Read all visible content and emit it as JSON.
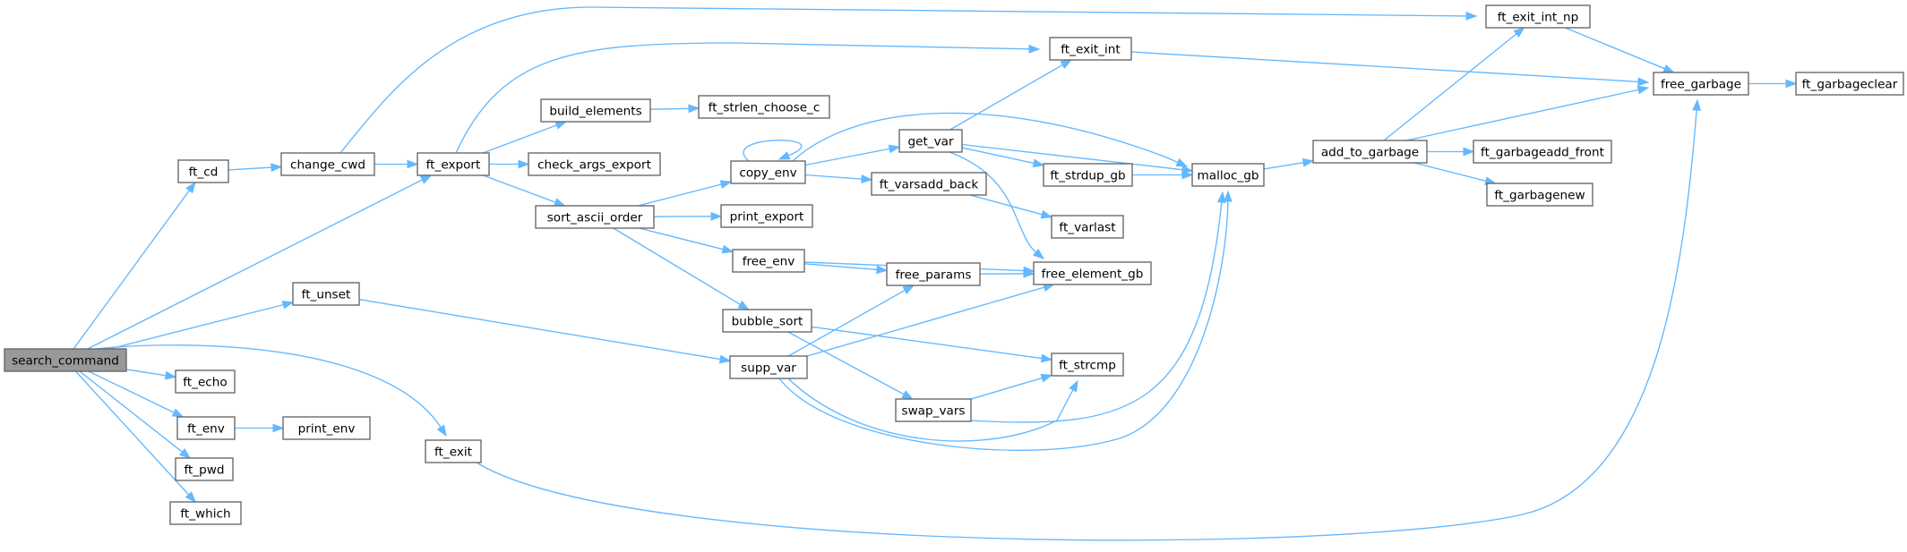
{
  "graph": {
    "root": "search_command",
    "colors": {
      "edge": "#63b8ff",
      "node_border": "#666666",
      "root_fill": "#999999",
      "node_fill": "#ffffff"
    },
    "nodes": [
      {
        "id": "search_command",
        "label": "search_command",
        "root": true
      },
      {
        "id": "ft_cd",
        "label": "ft_cd"
      },
      {
        "id": "change_cwd",
        "label": "change_cwd"
      },
      {
        "id": "ft_export",
        "label": "ft_export"
      },
      {
        "id": "ft_exit_int",
        "label": "ft_exit_int"
      },
      {
        "id": "ft_exit_int_np",
        "label": "ft_exit_int_np"
      },
      {
        "id": "free_garbage",
        "label": "free_garbage"
      },
      {
        "id": "ft_garbageclear",
        "label": "ft_garbageclear"
      },
      {
        "id": "build_elements",
        "label": "build_elements"
      },
      {
        "id": "ft_strlen_choose_c",
        "label": "ft_strlen_choose_c"
      },
      {
        "id": "check_args_export",
        "label": "check_args_export"
      },
      {
        "id": "sort_ascii_order",
        "label": "sort_ascii_order"
      },
      {
        "id": "copy_env",
        "label": "copy_env"
      },
      {
        "id": "get_var",
        "label": "get_var"
      },
      {
        "id": "malloc_gb",
        "label": "malloc_gb"
      },
      {
        "id": "add_to_garbage",
        "label": "add_to_garbage"
      },
      {
        "id": "ft_garbageadd_front",
        "label": "ft_garbageadd_front"
      },
      {
        "id": "ft_garbagenew",
        "label": "ft_garbagenew"
      },
      {
        "id": "ft_strdup_gb",
        "label": "ft_strdup_gb"
      },
      {
        "id": "ft_varsadd_back",
        "label": "ft_varsadd_back"
      },
      {
        "id": "ft_varlast",
        "label": "ft_varlast"
      },
      {
        "id": "print_export",
        "label": "print_export"
      },
      {
        "id": "free_env",
        "label": "free_env"
      },
      {
        "id": "free_params",
        "label": "free_params"
      },
      {
        "id": "free_element_gb",
        "label": "free_element_gb"
      },
      {
        "id": "bubble_sort",
        "label": "bubble_sort"
      },
      {
        "id": "ft_unset",
        "label": "ft_unset"
      },
      {
        "id": "supp_var",
        "label": "supp_var"
      },
      {
        "id": "ft_strcmp",
        "label": "ft_strcmp"
      },
      {
        "id": "swap_vars",
        "label": "swap_vars"
      },
      {
        "id": "ft_echo",
        "label": "ft_echo"
      },
      {
        "id": "ft_env",
        "label": "ft_env"
      },
      {
        "id": "print_env",
        "label": "print_env"
      },
      {
        "id": "ft_pwd",
        "label": "ft_pwd"
      },
      {
        "id": "ft_which",
        "label": "ft_which"
      },
      {
        "id": "ft_exit",
        "label": "ft_exit"
      }
    ],
    "edges": [
      [
        "search_command",
        "ft_cd"
      ],
      [
        "search_command",
        "ft_export"
      ],
      [
        "search_command",
        "ft_unset"
      ],
      [
        "search_command",
        "ft_echo"
      ],
      [
        "search_command",
        "ft_env"
      ],
      [
        "search_command",
        "ft_pwd"
      ],
      [
        "search_command",
        "ft_which"
      ],
      [
        "search_command",
        "ft_exit"
      ],
      [
        "ft_cd",
        "change_cwd"
      ],
      [
        "change_cwd",
        "ft_export"
      ],
      [
        "change_cwd",
        "ft_exit_int_np"
      ],
      [
        "ft_export",
        "ft_exit_int"
      ],
      [
        "ft_export",
        "build_elements"
      ],
      [
        "ft_export",
        "check_args_export"
      ],
      [
        "ft_export",
        "sort_ascii_order"
      ],
      [
        "build_elements",
        "ft_strlen_choose_c"
      ],
      [
        "ft_exit_int",
        "free_garbage"
      ],
      [
        "ft_exit_int_np",
        "free_garbage"
      ],
      [
        "free_garbage",
        "ft_garbageclear"
      ],
      [
        "sort_ascii_order",
        "copy_env"
      ],
      [
        "sort_ascii_order",
        "print_export"
      ],
      [
        "sort_ascii_order",
        "free_env"
      ],
      [
        "sort_ascii_order",
        "bubble_sort"
      ],
      [
        "copy_env",
        "copy_env"
      ],
      [
        "copy_env",
        "get_var"
      ],
      [
        "copy_env",
        "ft_varsadd_back"
      ],
      [
        "copy_env",
        "malloc_gb"
      ],
      [
        "get_var",
        "ft_exit_int"
      ],
      [
        "get_var",
        "malloc_gb"
      ],
      [
        "get_var",
        "ft_strdup_gb"
      ],
      [
        "get_var",
        "free_element_gb"
      ],
      [
        "ft_strdup_gb",
        "malloc_gb"
      ],
      [
        "ft_varsadd_back",
        "ft_varlast"
      ],
      [
        "malloc_gb",
        "add_to_garbage"
      ],
      [
        "add_to_garbage",
        "ft_exit_int_np"
      ],
      [
        "add_to_garbage",
        "free_garbage"
      ],
      [
        "add_to_garbage",
        "ft_garbageadd_front"
      ],
      [
        "add_to_garbage",
        "ft_garbagenew"
      ],
      [
        "free_env",
        "free_params"
      ],
      [
        "free_env",
        "free_element_gb"
      ],
      [
        "free_params",
        "free_element_gb"
      ],
      [
        "bubble_sort",
        "ft_strcmp"
      ],
      [
        "bubble_sort",
        "swap_vars"
      ],
      [
        "swap_vars",
        "ft_strcmp"
      ],
      [
        "swap_vars",
        "malloc_gb"
      ],
      [
        "ft_unset",
        "supp_var"
      ],
      [
        "supp_var",
        "free_params"
      ],
      [
        "supp_var",
        "free_element_gb"
      ],
      [
        "supp_var",
        "ft_strcmp"
      ],
      [
        "supp_var",
        "malloc_gb"
      ],
      [
        "ft_env",
        "print_env"
      ],
      [
        "ft_exit",
        "free_garbage"
      ]
    ]
  }
}
